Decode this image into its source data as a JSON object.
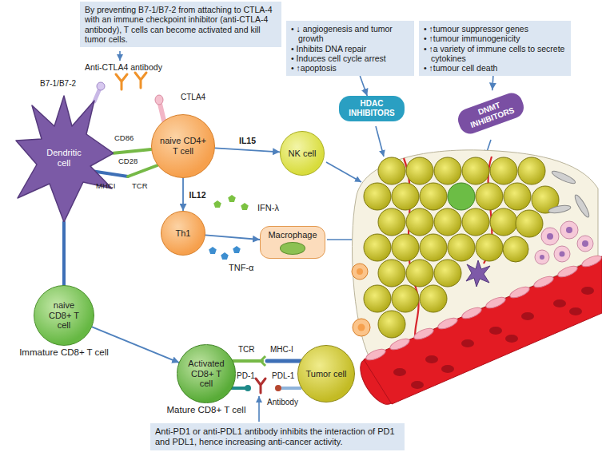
{
  "diagram": {
    "nodes": [
      {
        "text": [
          "By preventing B7-1/B7-2 from attaching to CTLA-4 with an immune checkpoint inhibitor (anti-CTLA-4 antibody), T cells can become activated and kill tumor cells."
        ]
      },
      {
        "text": [
          "• ↓ angiogenesis and tumor growth",
          "• Inhibits DNA repair",
          "• Induces cell cycle arrest",
          "• ↑apoptosis"
        ]
      },
      {
        "text": [
          "• ↑tumour suppressor genes",
          "• ↑tumour immunogenicity",
          "• ↑a variety of immune cells to secrete cytokines",
          "• ↑tumour cell death"
        ]
      },
      {
        "text": [
          "HDAC INHIBITORS"
        ]
      },
      {
        "text": [
          "DNMT INHIBITORS"
        ]
      },
      {
        "text": [
          "Dendritic cell"
        ]
      },
      {
        "text": [
          "naive CD4+ T cell"
        ]
      },
      {
        "text": [
          "NK cell"
        ]
      },
      {
        "text": [
          "Th1"
        ]
      },
      {
        "text": [
          "Macrophage"
        ]
      },
      {
        "text": [
          "naive CD8+ T cell",
          "Immature CD8+ T cell"
        ]
      },
      {
        "text": [
          "Activated CD8+ T cell",
          "Mature CD8+ T cell"
        ]
      },
      {
        "text": [
          "Tumor cell"
        ]
      },
      {
        "text": [
          "Anti-PD1 or anti-PDL1 antibody inhibits the interaction of PD1 and PDL1, hence increasing anti-cancer activity."
        ]
      }
    ],
    "edges": [
      {
        "from": 1,
        "to": 3,
        "arrow": "to"
      },
      {
        "from": 2,
        "to": 4,
        "arrow": "to"
      },
      {
        "from": 6,
        "to": 7,
        "label": "IL15",
        "arrow": "to"
      },
      {
        "from": 6,
        "to": 8,
        "label": "IL12",
        "arrow": "to"
      },
      {
        "from": 8,
        "to": 9,
        "arrow": "to"
      },
      {
        "from": 5,
        "to": 6,
        "arrow": "none"
      },
      {
        "from": 5,
        "to": 10,
        "arrow": "none"
      },
      {
        "from": 10,
        "to": 11,
        "arrow": "to"
      }
    ],
    "labels": [
      "Anti-CTLA4 antibody",
      "B7-1/B7-2",
      "CTLA4",
      "CD86",
      "CD28",
      "MHCI",
      "TCR",
      "IFN-λ",
      "TNF-α",
      "TCR",
      "MHC-I",
      "PD-1",
      "PDL-1",
      "Antibody"
    ]
  }
}
